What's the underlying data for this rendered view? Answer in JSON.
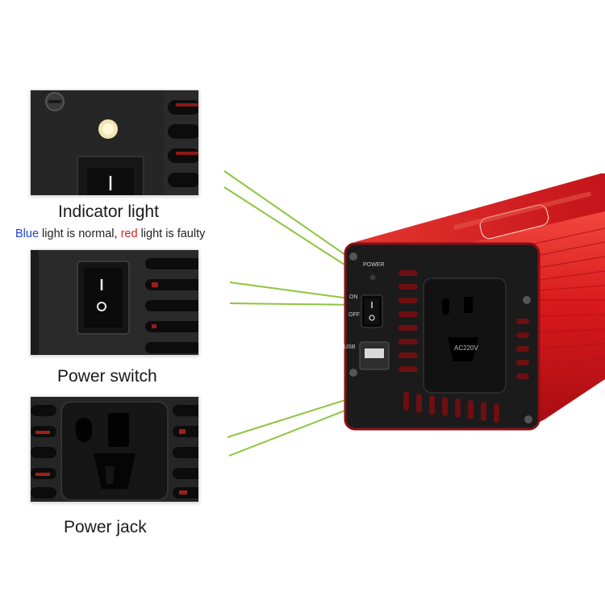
{
  "callouts": [
    {
      "caption": "Indicator light"
    },
    {
      "caption": "Power switch"
    },
    {
      "caption": "Power jack"
    }
  ],
  "indicator_note": {
    "blue_word": "Blue",
    "blue_rest": " light is normal, ",
    "red_word": "red",
    "red_rest": " light is faulty"
  },
  "device_labels": {
    "power": "POWER",
    "on": "ON",
    "off": "OFF",
    "usb": "USB",
    "ac": "AC220V"
  },
  "colors": {
    "body_red": "#d8191c",
    "leader_green": "#8cc63f",
    "blue_text": "#1d3fd6",
    "red_text": "#e0201e"
  }
}
